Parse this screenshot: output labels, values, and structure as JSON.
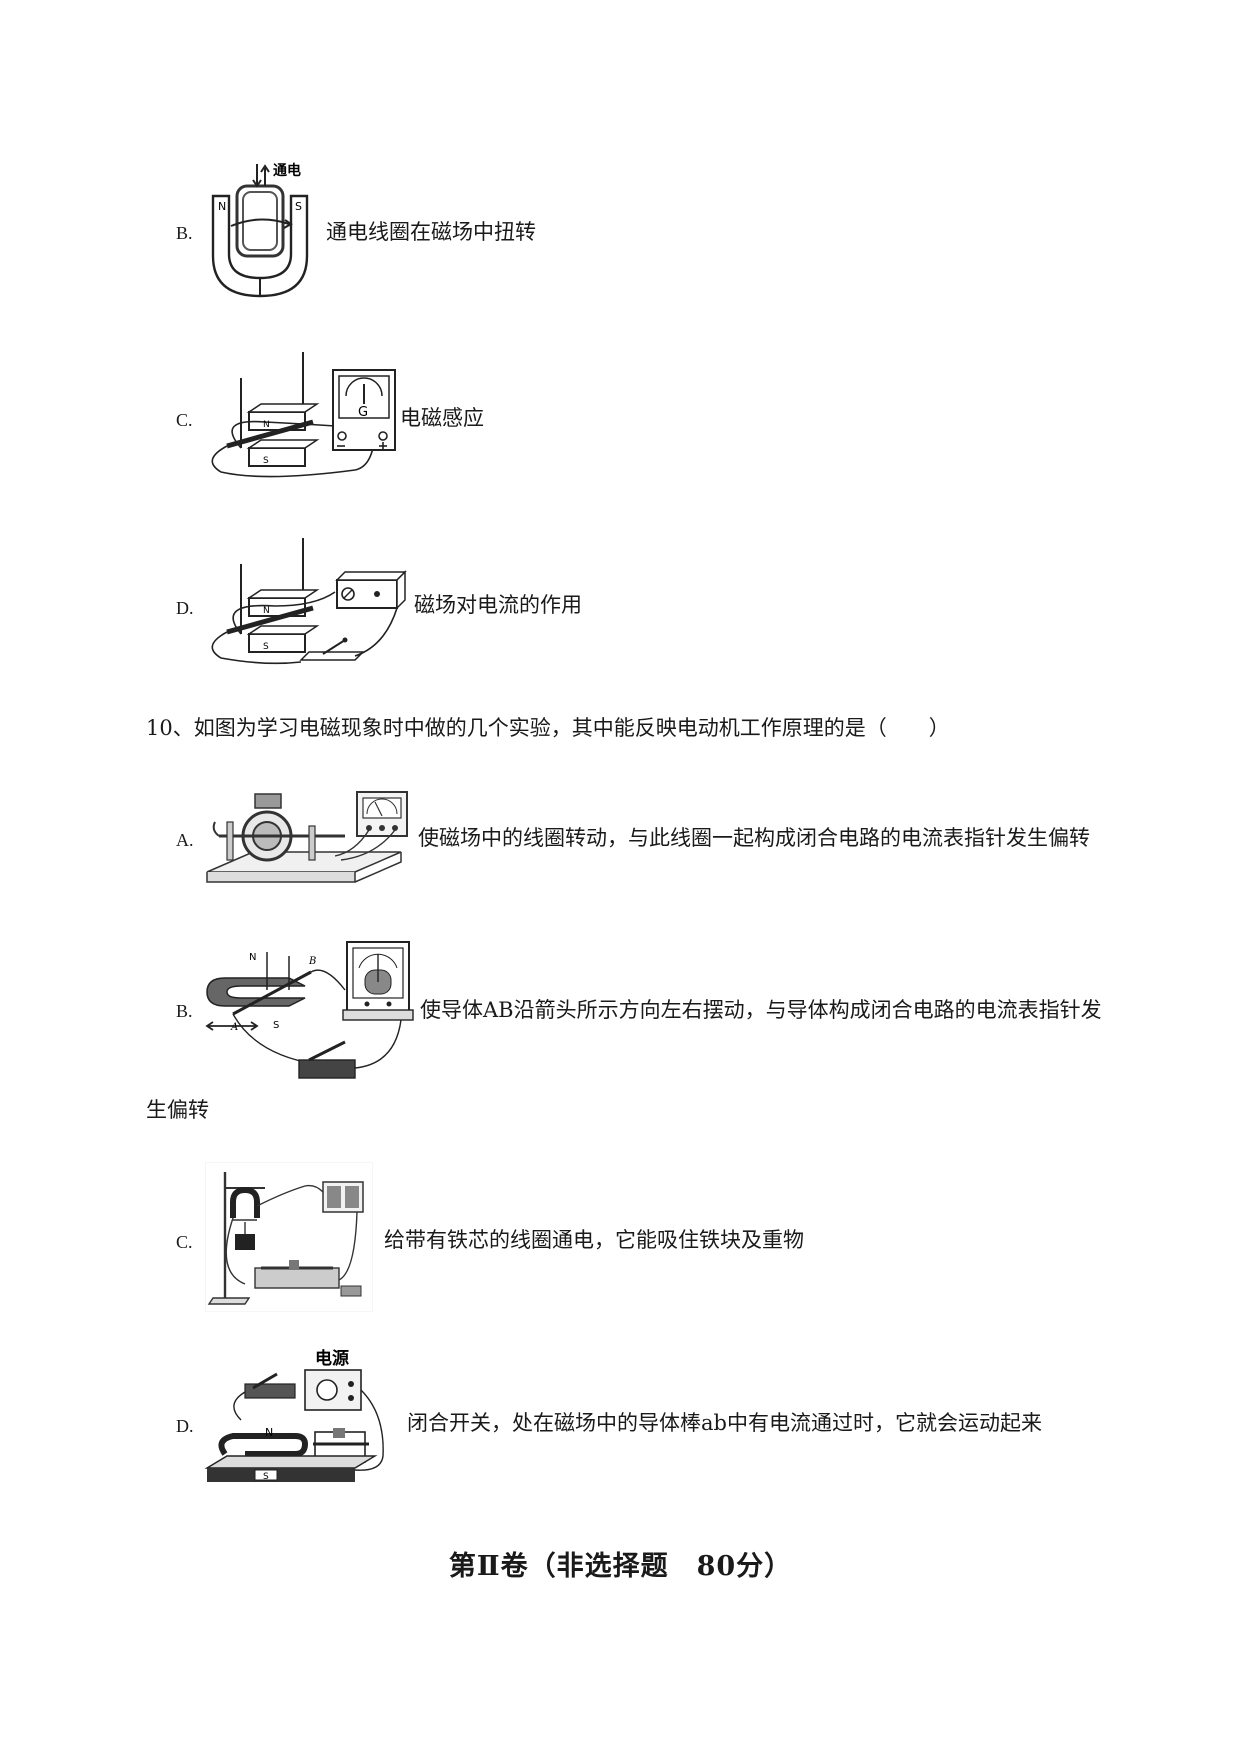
{
  "q9": {
    "options": [
      {
        "letter": "B.",
        "text": "通电线圈在磁场中扭转",
        "fig_text": "通电",
        "fig_n": "N",
        "fig_s": "S"
      },
      {
        "letter": "C.",
        "text": "电磁感应",
        "fig_g": "G",
        "fig_n": "N",
        "fig_s": "S"
      },
      {
        "letter": "D.",
        "text": "磁场对电流的作用",
        "fig_n": "N",
        "fig_s": "S"
      }
    ]
  },
  "q10": {
    "stem": "10、如图为学习电磁现象时中做的几个实验，其中能反映电动机工作原理的是（　　）",
    "options": [
      {
        "letter": "A.",
        "text": "使磁场中的线圈转动，与此线圈一起构成闭合电路的电流表指针发生偏转"
      },
      {
        "letter": "B.",
        "text": "使导体AB沿箭头所示方向左右摆动，与导体构成闭合电路的电流表指针发",
        "text_cont": "生偏转",
        "fig_n": "N",
        "fig_s": "S",
        "fig_a": "A",
        "fig_b": "B"
      },
      {
        "letter": "C.",
        "text": "给带有铁芯的线圈通电，它能吸住铁块及重物"
      },
      {
        "letter": "D.",
        "text": "闭合开关，处在磁场中的导体棒ab中有电流通过时，它就会运动起来",
        "fig_power": "电源",
        "fig_n": "N",
        "fig_s": "S"
      }
    ]
  },
  "section2": {
    "title": "第Ⅱ卷（非选择题　80分）"
  }
}
